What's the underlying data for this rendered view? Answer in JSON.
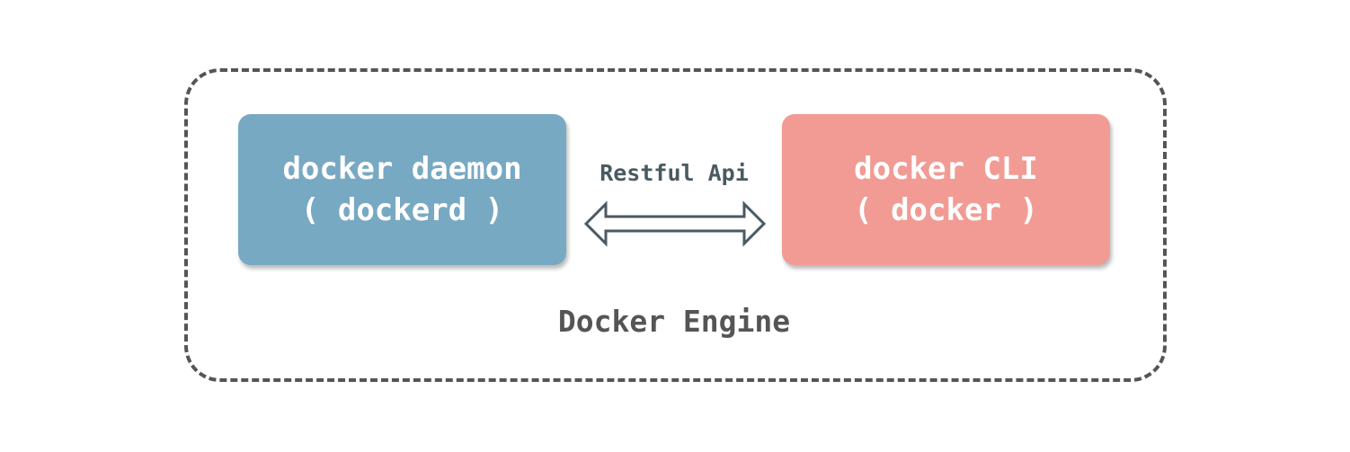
{
  "diagram": {
    "engine": {
      "title": "Docker Engine"
    },
    "daemon": {
      "line1": "docker daemon",
      "line2": "( dockerd )",
      "color": "#78a9c3"
    },
    "cli": {
      "line1": "docker CLI",
      "line2": "( docker )",
      "color": "#f19b94"
    },
    "connection": {
      "label": "Restful Api",
      "color": "#4a5a62",
      "arrow": "double-arrow-icon"
    }
  }
}
